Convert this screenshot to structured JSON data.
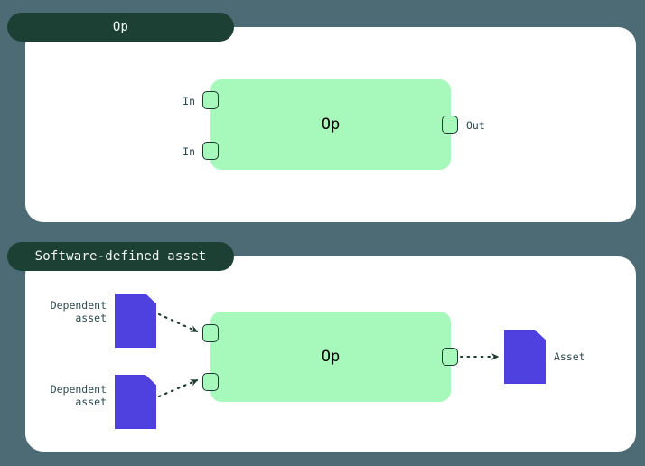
{
  "theme": {
    "background": "#4d6b74",
    "panel_bg": "#ffffff",
    "tab_bg": "#1d4034",
    "tab_text": "#f2f7f4",
    "op_box_bg": "#a6f8bb",
    "port_border": "#1d3b2e",
    "asset_fill": "#4e41e0",
    "label_text": "#2c4a4f",
    "arrow_color": "#1d3b2e"
  },
  "panels": [
    {
      "tab_label": "Op",
      "op_label": "Op",
      "inputs": [
        {
          "label": "In"
        },
        {
          "label": "In"
        }
      ],
      "outputs": [
        {
          "label": "Out"
        }
      ]
    },
    {
      "tab_label": "Software-defined asset",
      "op_label": "Op",
      "inputs": [
        {
          "label": "Dependent\nasset"
        },
        {
          "label": "Dependent\nasset"
        }
      ],
      "outputs": [
        {
          "label": "Asset"
        }
      ]
    }
  ]
}
